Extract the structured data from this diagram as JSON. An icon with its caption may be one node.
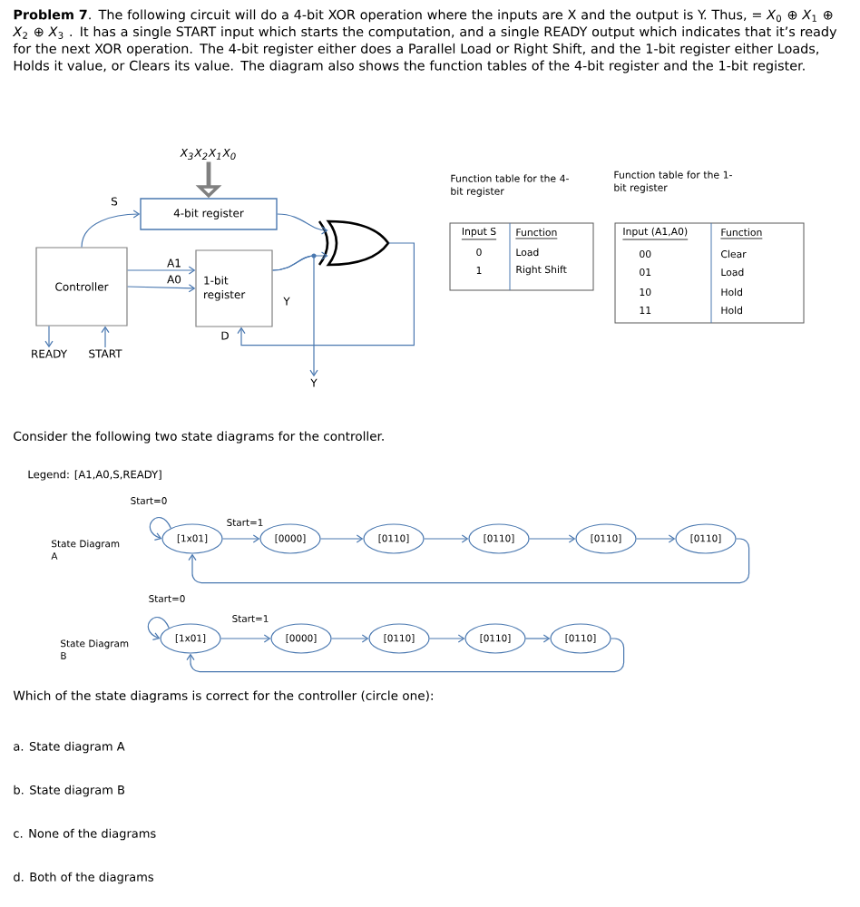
{
  "diagram": {
    "nodes": [
      {
        "text": [
          "X$_{3}$X$_{2}$X$_{1}$X$_{0}$"
        ]
      },
      {
        "text": [
          "4-bit register"
        ]
      },
      {
        "text": [
          "Controller"
        ]
      },
      {
        "text": [
          "1-bit register"
        ]
      },
      {
        "text": [],
        "shape": "gate"
      },
      {
        "text": [
          "READY"
        ]
      },
      {
        "text": [
          "START"
        ]
      },
      {
        "text": [
          "Y"
        ]
      },
      {
        "text": [
          "[1x01]"
        ]
      },
      {
        "text": [
          "[0000]"
        ]
      },
      {
        "text": [
          "[0110]"
        ]
      },
      {
        "text": [
          "[0110]"
        ]
      },
      {
        "text": [
          "[0110]"
        ]
      },
      {
        "text": [
          "[0110]"
        ]
      },
      {
        "text": [
          "[1x01]"
        ]
      },
      {
        "text": [
          "[0000]"
        ]
      },
      {
        "text": [
          "[0110]"
        ]
      },
      {
        "text": [
          "[0110]"
        ]
      },
      {
        "text": [
          "[0110]"
        ]
      }
    ],
    "edges": [
      {
        "from": 0,
        "to": 1,
        "arrow": "to",
        "style": "thick",
        "color": "#808080"
      },
      {
        "from": 2,
        "to": 1,
        "arrow": "to",
        "label": "S"
      },
      {
        "from": 1,
        "to": 4,
        "arrow": "to"
      },
      {
        "from": 2,
        "to": 3,
        "arrow": "to",
        "label": "A1"
      },
      {
        "from": 2,
        "to": 3,
        "arrow": "to",
        "label": "A0"
      },
      {
        "from": 3,
        "to": 4,
        "arrow": "to",
        "label": "Y"
      },
      {
        "from": 4,
        "to": 3,
        "arrow": "to",
        "label": "D"
      },
      {
        "from": 2,
        "to": 5,
        "arrow": "to"
      },
      {
        "from": 6,
        "to": 2,
        "arrow": "to"
      },
      {
        "from": 3,
        "to": 7,
        "arrow": "to"
      },
      {
        "from": 8,
        "to": 8,
        "arrow": "to",
        "label": "Start=0"
      },
      {
        "from": 8,
        "to": 9,
        "arrow": "to",
        "label": "Start=1"
      },
      {
        "from": 9,
        "to": 10,
        "arrow": "to"
      },
      {
        "from": 10,
        "to": 11,
        "arrow": "to"
      },
      {
        "from": 11,
        "to": 12,
        "arrow": "to"
      },
      {
        "from": 12,
        "to": 13,
        "arrow": "to"
      },
      {
        "from": 13,
        "to": 8,
        "arrow": "to"
      },
      {
        "from": 14,
        "to": 14,
        "arrow": "to",
        "label": "Start=0"
      },
      {
        "from": 14,
        "to": 15,
        "arrow": "to",
        "label": "Start=1"
      },
      {
        "from": 15,
        "to": 16,
        "arrow": "to"
      },
      {
        "from": 16,
        "to": 17,
        "arrow": "to"
      },
      {
        "from": 17,
        "to": 18,
        "arrow": "to"
      },
      {
        "from": 18,
        "to": 14,
        "arrow": "to"
      }
    ],
    "labels": [
      "**Problem 7**. The following circuit will do a 4-bit XOR operation where the inputs are X and the output is Y. Thus, = *X*$_{0}$ ⊕ *X*$_{1}$ ⊕ *X*$_{2}$ ⊕ *X*$_{3}$ .  It has a single START input which starts the computation, and a single READY output which indicates that it’s ready for the next XOR operation.  The 4-bit register either does a Parallel Load or Right Shift, and the 1-bit register either Loads, Holds it value, or Clears its value.  The diagram also shows the function tables of the 4-bit register and the 1-bit register.",
      "Function table for the 4-bit register",
      "Function table for the 1-bit register",
      "Input S",
      "Function",
      "0",
      "Load",
      "1",
      "Right Shift",
      "Input (A1,A0)",
      "Function",
      "00",
      "Clear",
      "01",
      "Load",
      "10",
      "Hold",
      "11",
      "Hold",
      "Consider the following two state diagrams for the controller.",
      "Legend: [A1,A0,S,READY]",
      "State Diagram A",
      "State Diagram B",
      "Which of the state diagrams is correct for the controller (circle one):",
      "a.  State diagram A",
      "b.  State diagram B",
      "c.  None of the diagrams",
      "d.  Both of the diagrams"
    ]
  }
}
